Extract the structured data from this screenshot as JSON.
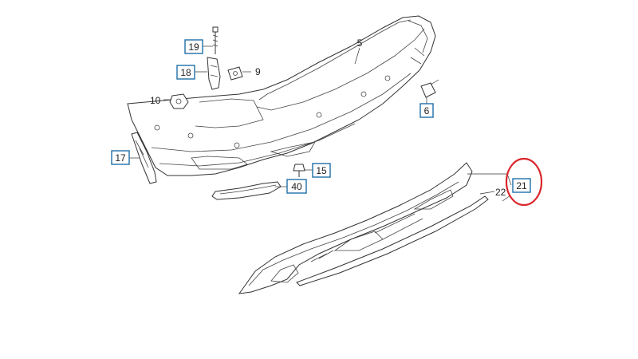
{
  "diagram": {
    "callouts_boxed": [
      "19",
      "18",
      "17",
      "6",
      "15",
      "40",
      "21"
    ],
    "callouts_plain": [
      "5",
      "9",
      "10",
      "22"
    ],
    "highlight": {
      "target": "21",
      "color": "#d9262c"
    }
  }
}
